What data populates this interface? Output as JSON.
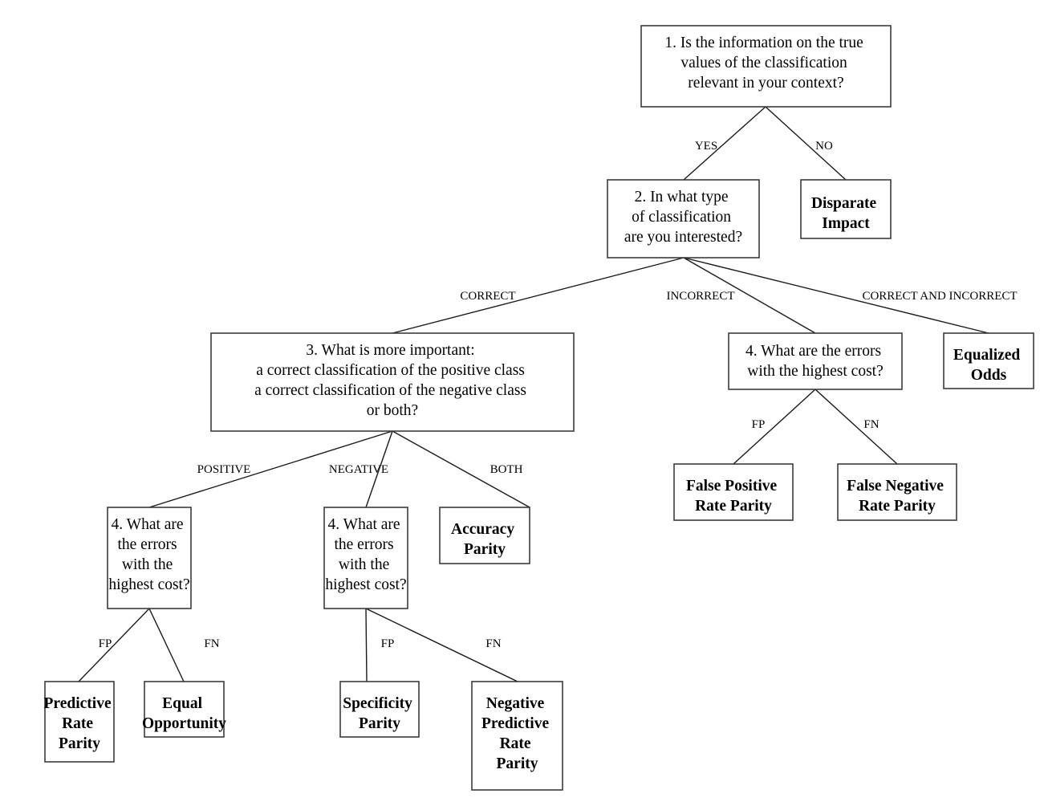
{
  "diagram": {
    "title": "Fairness metric selection decision tree",
    "background_color": "#ffffff",
    "line_color": "#1a1a1a",
    "box_border_color": "#3b3b3b",
    "text_color": "#000000"
  },
  "nodes": {
    "q1": {
      "kind": "question",
      "lines": [
        "1. Is the information on the true",
        "values of the classification",
        "relevant in your context?"
      ]
    },
    "q2": {
      "kind": "question",
      "lines": [
        "2. In what type",
        "of classification",
        "are you interested?"
      ]
    },
    "q3": {
      "kind": "question",
      "lines": [
        "3. What is more important:",
        "a correct classification of the positive class",
        "a correct classification of the negative class",
        "or both?"
      ]
    },
    "q4_incorrect": {
      "kind": "question",
      "lines": [
        "4. What are the errors",
        "with the highest cost?"
      ]
    },
    "q4_positive": {
      "kind": "question",
      "lines": [
        "4. What are",
        "the errors",
        "with the",
        "highest cost?"
      ]
    },
    "q4_negative": {
      "kind": "question",
      "lines": [
        "4. What are",
        "the errors",
        "with the",
        "highest cost?"
      ]
    },
    "disparate_impact": {
      "kind": "leaf",
      "lines": [
        "Disparate",
        "Impact"
      ]
    },
    "equalized_odds": {
      "kind": "leaf",
      "lines": [
        "Equalized",
        "Odds"
      ]
    },
    "accuracy_parity": {
      "kind": "leaf",
      "lines": [
        "Accuracy",
        "Parity"
      ]
    },
    "false_positive_rate_parity": {
      "kind": "leaf",
      "lines": [
        "False Positive",
        "Rate Parity"
      ]
    },
    "false_negative_rate_parity": {
      "kind": "leaf",
      "lines": [
        "False Negative",
        "Rate Parity"
      ]
    },
    "predictive_rate_parity": {
      "kind": "leaf",
      "lines": [
        "Predictive",
        "Rate",
        "Parity"
      ]
    },
    "equal_opportunity": {
      "kind": "leaf",
      "lines": [
        "Equal",
        "Opportunity"
      ]
    },
    "specificity_parity": {
      "kind": "leaf",
      "lines": [
        "Specificity",
        "Parity"
      ]
    },
    "negative_predictive_rate_parity": {
      "kind": "leaf",
      "lines": [
        "Negative",
        "Predictive",
        "Rate",
        "Parity"
      ]
    }
  },
  "edge_labels": {
    "yes": "YES",
    "no": "NO",
    "correct": "CORRECT",
    "incorrect": "INCORRECT",
    "correct_and_incorrect": "CORRECT AND INCORRECT",
    "positive": "POSITIVE",
    "negative": "NEGATIVE",
    "both": "BOTH",
    "fp_incorrect": "FP",
    "fn_incorrect": "FN",
    "fp_positive": "FP",
    "fn_positive": "FN",
    "fp_negative": "FP",
    "fn_negative": "FN"
  }
}
